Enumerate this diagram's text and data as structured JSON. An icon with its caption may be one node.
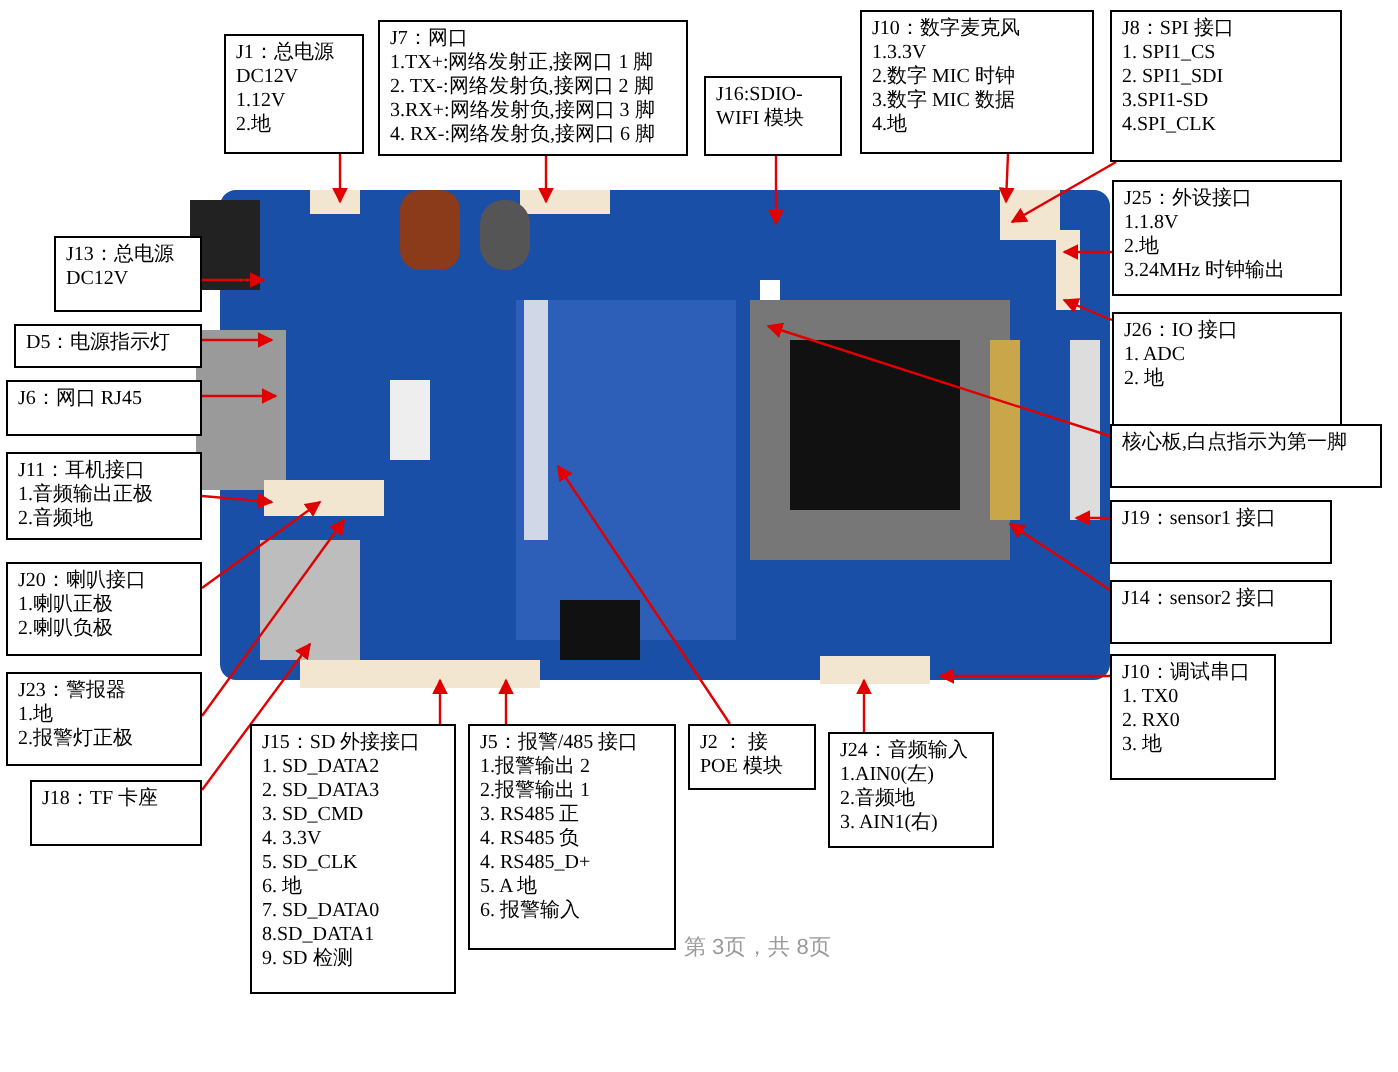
{
  "diagram": {
    "nodes": [
      {
        "text": [
          "J1：总电源 DC12V",
          "1.12V",
          "2.地"
        ]
      },
      {
        "text": [
          "J7：网口",
          "1.TX+:网络发射正,接网口 1 脚",
          "2. TX-:网络发射负,接网口 2 脚",
          "3.RX+:网络发射负,接网口 3 脚",
          "4. RX-:网络发射负,接网口 6 脚"
        ]
      },
      {
        "text": [
          "J16:SDIO-WIFI 模块"
        ]
      },
      {
        "text": [
          "J10：数字麦克风",
          "1.3.3V",
          "2.数字 MIC 时钟",
          "3.数字 MIC 数据",
          "4.地"
        ]
      },
      {
        "text": [
          "J8：SPI 接口",
          "1. SPI1_CS",
          "2. SPI1_SDI",
          "3.SPI1-SD",
          "4.SPI_CLK"
        ]
      },
      {
        "text": [
          "J13：总电源 DC12V"
        ]
      },
      {
        "text": [
          "J25：外设接口",
          "1.1.8V",
          "2.地",
          "3.24MHz 时钟输出"
        ]
      },
      {
        "text": [
          "D5：电源指示灯"
        ]
      },
      {
        "text": [
          "J26：IO 接口",
          "1. ADC",
          "2. 地"
        ]
      },
      {
        "text": [
          "J6：网口 RJ45"
        ]
      },
      {
        "text": [
          "核心板,白点指示为第一脚"
        ]
      },
      {
        "text": [
          "J11：耳机接口",
          "1.音频输出正极",
          "2.音频地"
        ]
      },
      {
        "text": [
          "J19：sensor1 接口"
        ]
      },
      {
        "text": [
          "J20：喇叭接口",
          "1.喇叭正极",
          "2.喇叭负极"
        ]
      },
      {
        "text": [
          "J14：sensor2 接口"
        ]
      },
      {
        "text": [
          "J10：调试串口",
          "1. TX0",
          "2. RX0",
          "3.  地"
        ]
      },
      {
        "text": [
          "J23：警报器",
          "1.地",
          "2.报警灯正极"
        ]
      },
      {
        "text": [
          "J2 ： 接 POE 模块"
        ]
      },
      {
        "text": [
          "J24：音频输入",
          "1.AIN0(左)",
          "2.音频地",
          "3. AIN1(右)"
        ]
      },
      {
        "text": [
          "J18：TF 卡座"
        ]
      },
      {
        "text": [
          "J15：SD 外接接口",
          "1. SD_DATA2",
          "2. SD_DATA3",
          "3. SD_CMD",
          "4. 3.3V",
          "5. SD_CLK",
          "6.  地",
          "7. SD_DATA0",
          "8.SD_DATA1",
          "9. SD 检测"
        ]
      },
      {
        "text": [
          "J5：报警/485 接口",
          "1.报警输出 2",
          "2.报警输出 1",
          "3. RS485 正",
          "4. RS485 负",
          "4. RS485_D+",
          "5. A 地",
          "6.  报警输入"
        ]
      }
    ],
    "edges": [
      {
        "from": 0,
        "to": null,
        "arrow": "to"
      },
      {
        "from": 1,
        "to": null,
        "arrow": "to"
      },
      {
        "from": 2,
        "to": null,
        "arrow": "to"
      },
      {
        "from": 3,
        "to": null,
        "arrow": "to"
      },
      {
        "from": 4,
        "to": null,
        "arrow": "to"
      },
      {
        "from": 5,
        "to": null,
        "arrow": "to"
      },
      {
        "from": 6,
        "to": null,
        "arrow": "to"
      },
      {
        "from": 7,
        "to": null,
        "arrow": "to"
      },
      {
        "from": 8,
        "to": null,
        "arrow": "to"
      },
      {
        "from": 9,
        "to": null,
        "arrow": "to"
      },
      {
        "from": 10,
        "to": null,
        "arrow": "to"
      },
      {
        "from": 11,
        "to": null,
        "arrow": "to"
      },
      {
        "from": 12,
        "to": null,
        "arrow": "to"
      },
      {
        "from": 13,
        "to": null,
        "arrow": "to"
      },
      {
        "from": 14,
        "to": null,
        "arrow": "to"
      },
      {
        "from": 15,
        "to": null,
        "arrow": "to"
      },
      {
        "from": 16,
        "to": null,
        "arrow": "to"
      },
      {
        "from": 17,
        "to": null,
        "arrow": "to"
      },
      {
        "from": 18,
        "to": null,
        "arrow": "to"
      },
      {
        "from": 19,
        "to": null,
        "arrow": "to"
      },
      {
        "from": 20,
        "to": null,
        "arrow": "to"
      },
      {
        "from": 21,
        "to": null,
        "arrow": "to"
      }
    ],
    "labels": [
      "第 3页，共 8页"
    ]
  }
}
